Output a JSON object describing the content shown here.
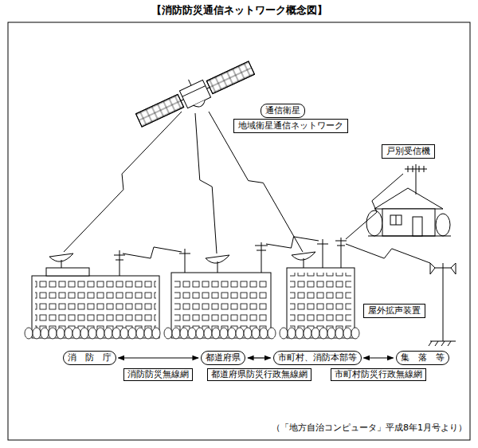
{
  "diagram": {
    "title": "【消防防災通信ネットワーク概念図】",
    "caption": "（「地方自治コンピュータ」平成8年1月号より）",
    "nodes": [
      {
        "text": [
          "通信衛星"
        ]
      },
      {
        "text": [
          "地域衛星通信ネットワーク"
        ]
      },
      {
        "text": [
          "戸別受信機"
        ]
      },
      {
        "text": [
          "屋外拡声装置"
        ]
      },
      {
        "text": [
          "消　防　庁"
        ]
      },
      {
        "text": [
          "都道府県"
        ]
      },
      {
        "text": [
          "市町村、消防本部等"
        ]
      },
      {
        "text": [
          "集　落　等"
        ]
      }
    ],
    "edges": [
      {
        "from": 4,
        "to": 5,
        "arrow": "both",
        "label": "消防防災無線網"
      },
      {
        "from": 5,
        "to": 6,
        "arrow": "both",
        "label": "都道府県防災行政無線網"
      },
      {
        "from": 6,
        "to": 7,
        "arrow": "both",
        "label": "市町村防災行政無線網"
      }
    ]
  }
}
